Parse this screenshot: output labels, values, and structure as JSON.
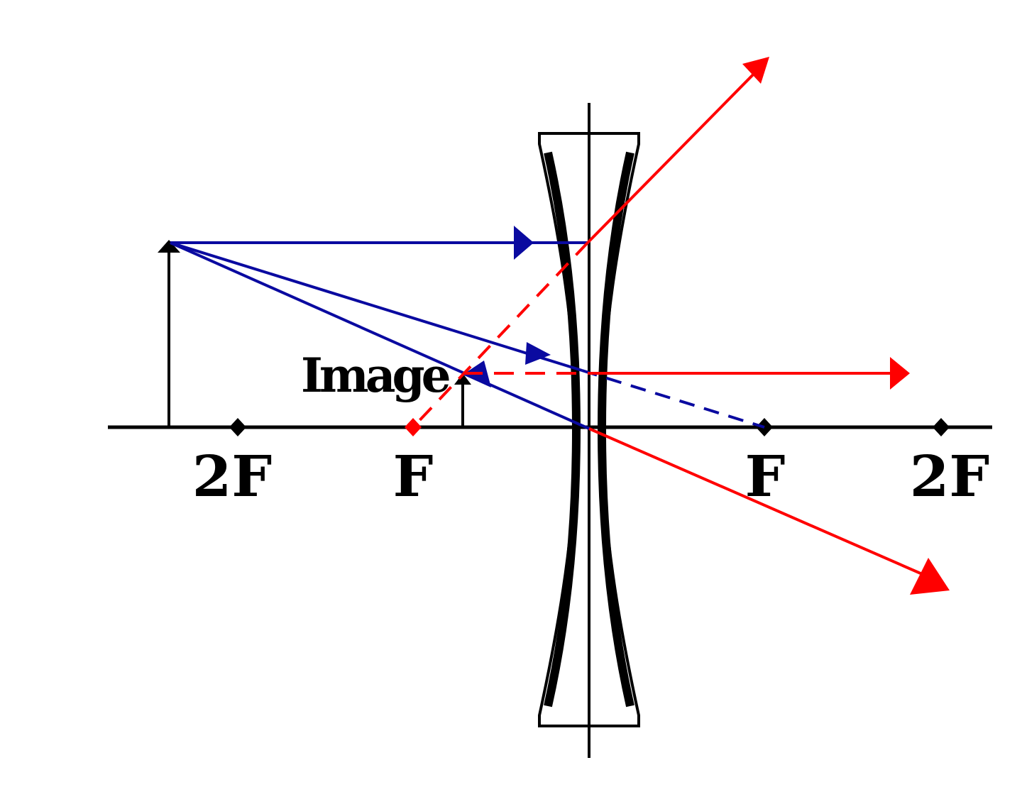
{
  "diagram": {
    "labels": {
      "image": "Image",
      "left_2f": "2F",
      "left_f": "F",
      "right_f": "F",
      "right_2f": "2F"
    },
    "colors": {
      "axis": "#000000",
      "lens": "#000000",
      "blue_rays": "#0a0aa0",
      "red_rays": "#ff0000",
      "background": "#ffffff"
    },
    "lens_type": "diverging (concave)"
  }
}
